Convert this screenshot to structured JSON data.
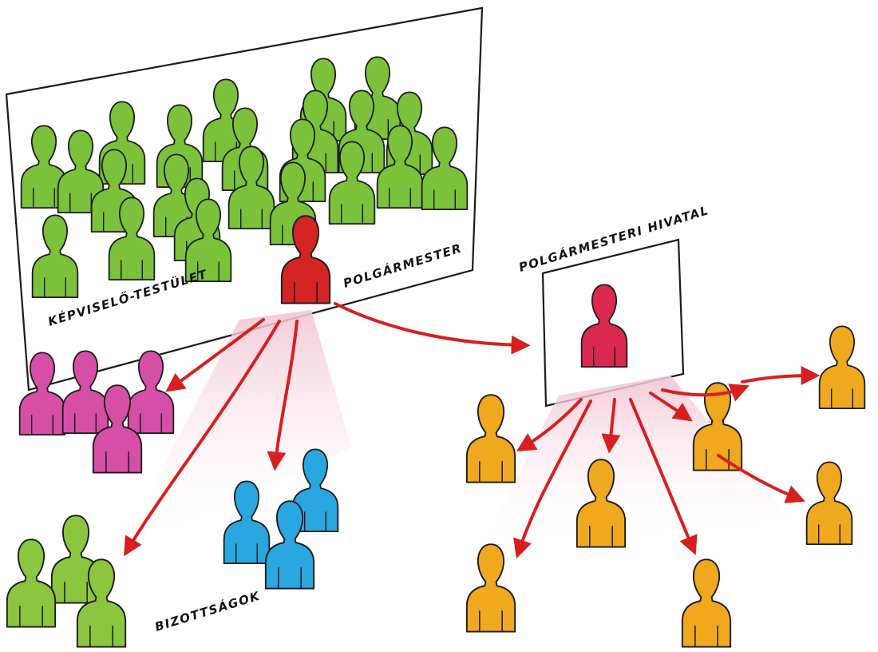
{
  "labels": {
    "council": "KÉPVISELŐ-TESTÜLET",
    "mayor": "POLGÁRMESTER",
    "office": "POLGÁRMESTERI HIVATAL",
    "committees": "BIZOTTSÁGOK"
  },
  "colors": {
    "council_member": "#7cc13a",
    "mayor": "#d42424",
    "office_head": "#d9294f",
    "pink_group": "#d64fa6",
    "green_group": "#8cc63f",
    "blue_group": "#2aa6e0",
    "staff": "#f0a81e",
    "arrow": "#d81f1f"
  },
  "icons": {
    "person": "person-silhouette-icon",
    "arrow": "arrow-icon"
  }
}
